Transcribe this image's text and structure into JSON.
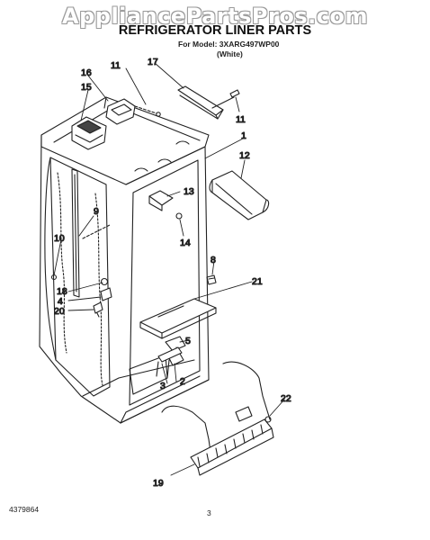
{
  "watermark": "AppliancePartsPros.com",
  "header": {
    "title": "REFRIGERATOR LINER PARTS",
    "model_line": "For Model: 3XARG497WP00",
    "variant": "(White)"
  },
  "callouts": [
    "1",
    "2",
    "3",
    "4",
    "5",
    "8",
    "9",
    "10",
    "11",
    "11",
    "12",
    "13",
    "14",
    "15",
    "16",
    "17",
    "18",
    "19",
    "20",
    "21",
    "22"
  ],
  "footer": {
    "doc_number": "4379864",
    "page_number": "3"
  }
}
